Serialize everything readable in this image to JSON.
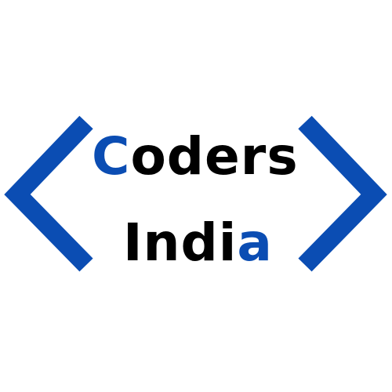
{
  "logo": {
    "line1": {
      "accent": "C",
      "rest": "oders"
    },
    "line2": {
      "rest": "Indi",
      "accent": "a"
    },
    "colors": {
      "brand_blue": "#0b4db3",
      "text": "#000000",
      "background": "#ffffff"
    },
    "icons": {
      "left": "left-angle-bracket-icon",
      "right": "right-angle-bracket-icon"
    }
  }
}
